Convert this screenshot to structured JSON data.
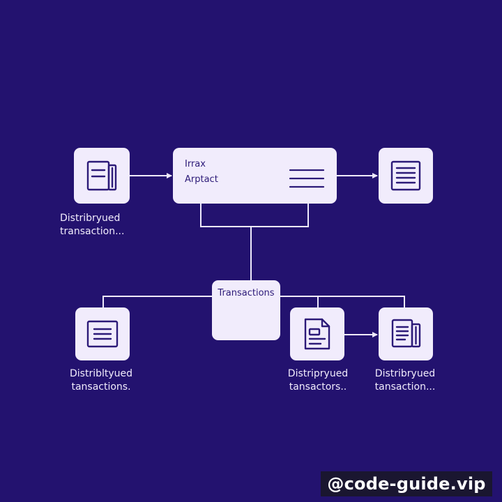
{
  "nodes": {
    "top_left": {
      "line1": "Distribryued",
      "line2": "transaction..."
    },
    "top_center": {
      "line1": "Irrax",
      "line2": "Arptact"
    },
    "middle": {
      "label": "Transactions"
    },
    "bottom_left": {
      "line1": "Distribltyued",
      "line2": "tansactions."
    },
    "bottom_middle": {
      "line1": "Distripryued",
      "line2": "tansactors.."
    },
    "bottom_right": {
      "line1": "Distribryued",
      "line2": "tansaction..."
    }
  },
  "watermark": "@code-guide.vip",
  "colors": {
    "background": "#23126f",
    "box_fill": "#f1ecfc",
    "icon_stroke": "#2c1a78",
    "connector": "#efeafc",
    "watermark_bg": "#1a1630"
  },
  "icons": {
    "top_left": "document-stack-icon",
    "top_center": "list-lines-icon",
    "top_right": "document-lines-icon",
    "bottom_left": "document-lines-icon",
    "bottom_middle": "document-folded-icon",
    "bottom_right": "document-stack-icon"
  }
}
